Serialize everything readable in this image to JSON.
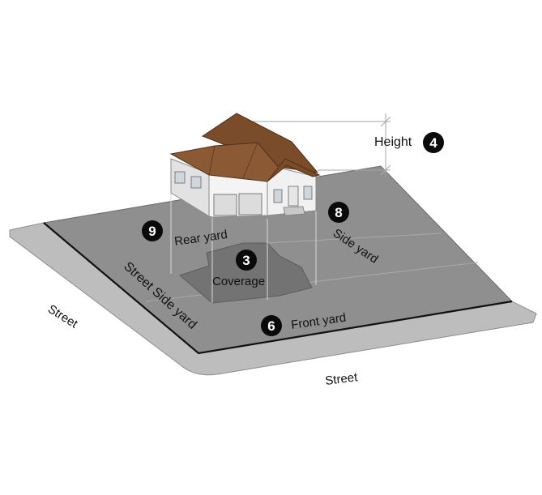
{
  "labels": {
    "height": "Height",
    "rear_yard": "Rear yard",
    "side_yard": "Side yard",
    "street_side_yard": "Street Side yard",
    "coverage": "Coverage",
    "front_yard": "Front yard",
    "street_left": "Street",
    "street_bottom": "Street"
  },
  "badges": {
    "height": "4",
    "rear_yard": "9",
    "side_yard": "8",
    "coverage": "3",
    "front_yard": "6"
  },
  "colors": {
    "lot": "#8f8f8f",
    "coverage": "#737373",
    "sidewalk": "#bdbdbd",
    "roof": "#8b5a34",
    "wall": "#f4f4f4",
    "badge": "#0a0a0a"
  }
}
